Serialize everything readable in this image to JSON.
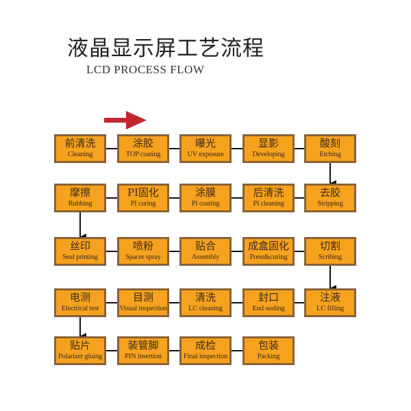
{
  "title": {
    "chinese": "液晶显示屏工艺流程",
    "english": "LCD PROCESS FLOW"
  },
  "colors": {
    "box_fill": "#f7a21e",
    "box_border": "#8a6236",
    "direction_arrow": "#c0272d",
    "connector": "#111111"
  },
  "direction_arrow": {
    "icon": "right-arrow-icon",
    "meaning": "flow direction left-to-right"
  },
  "rows": [
    {
      "direction": "left-to-right",
      "steps": [
        {
          "cn": "前清洗",
          "en": "Cleaning"
        },
        {
          "cn": "涂胶",
          "en": "TOP coating"
        },
        {
          "cn": "曝光",
          "en": "UV exposure"
        },
        {
          "cn": "显影",
          "en": "Developing"
        },
        {
          "cn": "酸刻",
          "en": "Etching"
        }
      ]
    },
    {
      "direction": "right-to-left",
      "steps": [
        {
          "cn": "摩擦",
          "en": "Rubbing"
        },
        {
          "cn": "PI固化",
          "en": "PI curing"
        },
        {
          "cn": "涂膜",
          "en": "PI coating"
        },
        {
          "cn": "后清洗",
          "en": "PI cleaning"
        },
        {
          "cn": "去胶",
          "en": "Stripping"
        }
      ]
    },
    {
      "direction": "left-to-right",
      "steps": [
        {
          "cn": "丝印",
          "en": "Seal printing"
        },
        {
          "cn": "喷粉",
          "en": "Spacer spray"
        },
        {
          "cn": "贴合",
          "en": "Assembly"
        },
        {
          "cn": "成盒固化",
          "en": "Press&curing"
        },
        {
          "cn": "切割",
          "en": "Scribing"
        }
      ]
    },
    {
      "direction": "right-to-left",
      "steps": [
        {
          "cn": "电测",
          "en": "Electrical test"
        },
        {
          "cn": "目测",
          "en": "Visual inspection"
        },
        {
          "cn": "清洗",
          "en": "LC cleaning"
        },
        {
          "cn": "封口",
          "en": "End sealing"
        },
        {
          "cn": "注液",
          "en": "LC  filling"
        }
      ]
    },
    {
      "direction": "left-to-right",
      "steps": [
        {
          "cn": "贴片",
          "en": "Polarizer gluing"
        },
        {
          "cn": "装管脚",
          "en": "PIN insertion"
        },
        {
          "cn": "成检",
          "en": "Final inspection"
        },
        {
          "cn": "包装",
          "en": "Packing"
        }
      ]
    }
  ],
  "vertical_links": [
    {
      "from": "酸刻",
      "to": "去胶"
    },
    {
      "from": "摩擦",
      "to": "丝印"
    },
    {
      "from": "切割",
      "to": "注液"
    },
    {
      "from": "电测",
      "to": "贴片"
    }
  ]
}
